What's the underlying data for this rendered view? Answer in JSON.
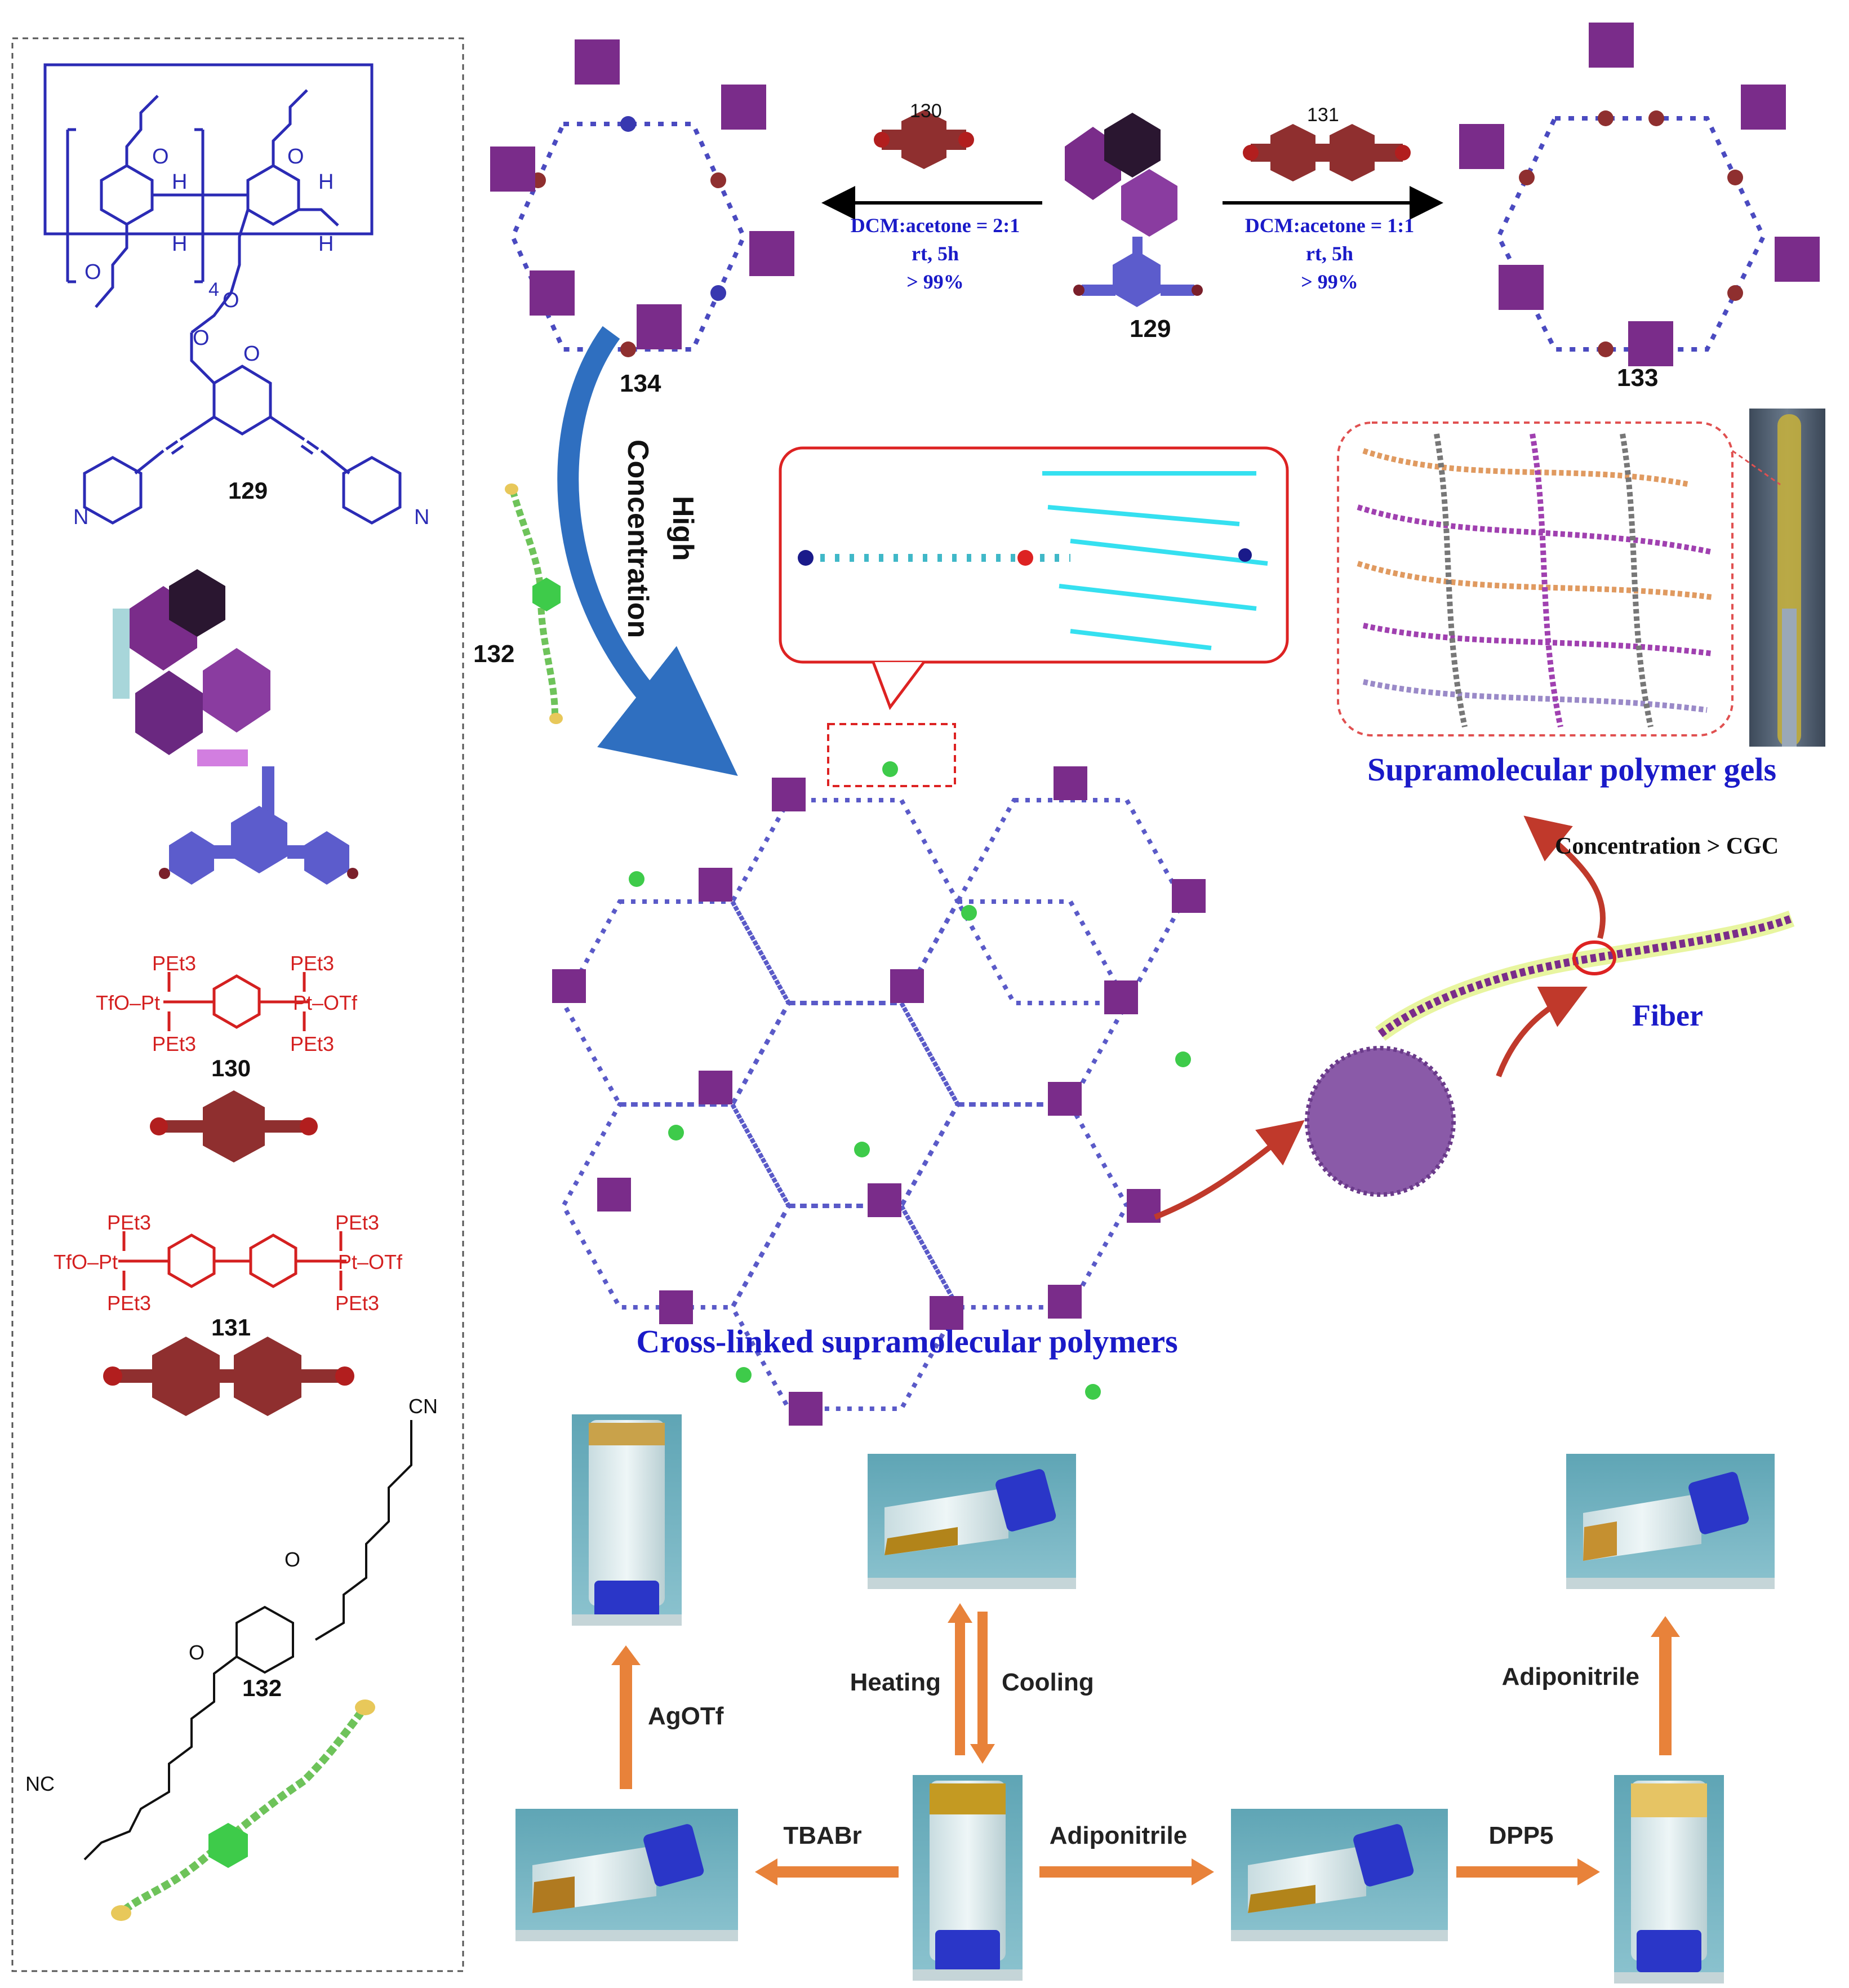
{
  "colors": {
    "host_blue": "#2b2bb5",
    "pt_red": "#d42020",
    "macrocycle_purple": "#7a2c8a",
    "maroon": "#8f2f2f",
    "orange_arrow": "#e8823a",
    "link_green": "#6ec35a",
    "title_blue": "#1a1ac8",
    "curved_arrow_blue": "#2f6fc0",
    "red_arrow": "#c0392b"
  },
  "left_panel": {
    "compound_129": {
      "label": "129",
      "subscript_4": "4",
      "atom_O": "O",
      "atom_H": "H",
      "atom_N": "N"
    },
    "compound_130": {
      "label": "130",
      "groups": [
        "PEt3",
        "PEt3",
        "PEt3",
        "PEt3"
      ],
      "tfo_left": "TfO–Pt",
      "otf_right": "Pt–OTf"
    },
    "compound_131": {
      "label": "131",
      "groups": [
        "PEt3",
        "PEt3",
        "PEt3",
        "PEt3"
      ],
      "tfo_left": "TfO–Pt",
      "otf_right": "Pt–OTf"
    },
    "compound_132": {
      "label": "132",
      "cn_top": "CN",
      "nc_bottom": "NC",
      "atom_O": "O"
    }
  },
  "top_scheme": {
    "left_arrow": {
      "reagent": "130",
      "line1": "DCM:acetone = 2:1",
      "line2": "rt, 5h",
      "line3": "> 99%"
    },
    "right_arrow": {
      "reagent": "131",
      "line1": "DCM:acetone = 1:1",
      "line2": "rt, 5h",
      "line3": "> 99%"
    },
    "left_product": "134",
    "center_reactant": "129",
    "right_product": "133"
  },
  "middle": {
    "high_concentration": [
      "High",
      "Concentration"
    ],
    "linker_label": "132",
    "crosslinked_title": "Cross-linked supramolecular polymers",
    "gels_title": "Supramolecular polymer gels",
    "cgc_label": "Concentration > CGC",
    "fiber_label": "Fiber"
  },
  "bottom": {
    "heating": "Heating",
    "cooling": "Cooling",
    "agotf": "AgOTf",
    "tbabr": "TBABr",
    "adiponitrile_mid": "Adiponitrile",
    "dpp5": "DPP5",
    "adiponitrile_right": "Adiponitrile"
  }
}
